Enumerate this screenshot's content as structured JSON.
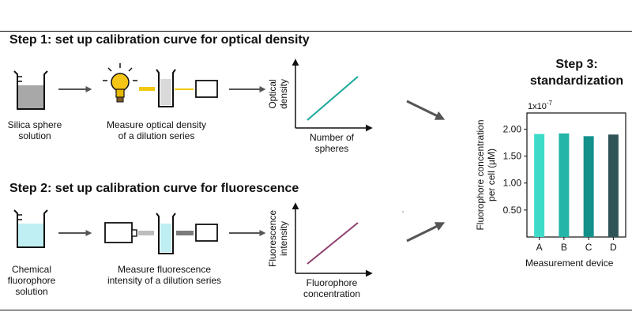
{
  "step1": {
    "title": "Step 1: set up calibration curve for optical density",
    "source_label_1": "Silica sphere",
    "source_label_2": "solution",
    "measure_label_1": "Measure optical density",
    "measure_label_2": "of a dilution series",
    "ylabel_1": "Optical",
    "ylabel_2": "density",
    "xlabel_1": "Number of",
    "xlabel_2": "spheres"
  },
  "step2": {
    "title": "Step 2: set up calibration curve for fluorescence",
    "source_label_1": "Chemical",
    "source_label_2": "fluorophore",
    "source_label_3": "solution",
    "measure_label_1": "Measure fluorescence",
    "measure_label_2": "intensity of a dilution series",
    "ylabel_1": "Fluorescence",
    "ylabel_2": "intensity",
    "xlabel_1": "Fluorophore",
    "xlabel_2": "concentration"
  },
  "step3": {
    "title_1": "Step 3:",
    "title_2": "standardization"
  },
  "colors": {
    "od_line": "#1aa89a",
    "fl_line": "#8e3f6e",
    "bulb": "#f5c518",
    "beam_od": "#f2c80f",
    "beam_fl_in": "#bdbdbd",
    "beam_fl_out": "#7a7a7a",
    "silica_fill": "#a8a8a8",
    "fluor_fill": "#bfeff2",
    "arrow": "#555555"
  },
  "chart_data": {
    "type": "bar",
    "categories": [
      "A",
      "B",
      "C",
      "D"
    ],
    "values": [
      1.91e-07,
      1.92e-07,
      1.87e-07,
      1.9e-07
    ],
    "colors": [
      "#3ddbc8",
      "#23b5a8",
      "#12908a",
      "#2f5458"
    ],
    "ylim": [
      0,
      2.3e-07
    ],
    "yticks": [
      5e-08,
      1e-07,
      1.5e-07,
      2e-07
    ],
    "ytick_labels": [
      "0.50",
      "1.00",
      "1.50",
      "2.00"
    ],
    "scale_label": "1x10",
    "scale_exp": "-7",
    "ylabel_1": "Fluorophore concentration",
    "ylabel_2": "per cell (µM)",
    "xlabel": "Measurement device"
  }
}
